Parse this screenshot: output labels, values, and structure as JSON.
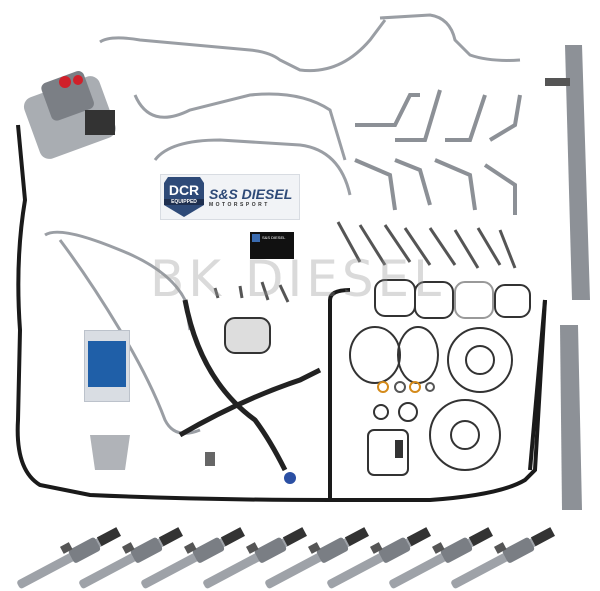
{
  "watermark": "BK DIESEL",
  "sticker": {
    "badge_title": "DCR",
    "badge_subtitle": "EQUIPPED",
    "brand": "S&S DIESEL",
    "brand_sub": "MOTORSPORT"
  },
  "card": {
    "brand": "S&S DIESEL"
  },
  "colors": {
    "steel": "#9a9ea4",
    "hose": "#1a1a1a",
    "brand_blue": "#2e4a78",
    "pump_red": "#d0202a"
  }
}
